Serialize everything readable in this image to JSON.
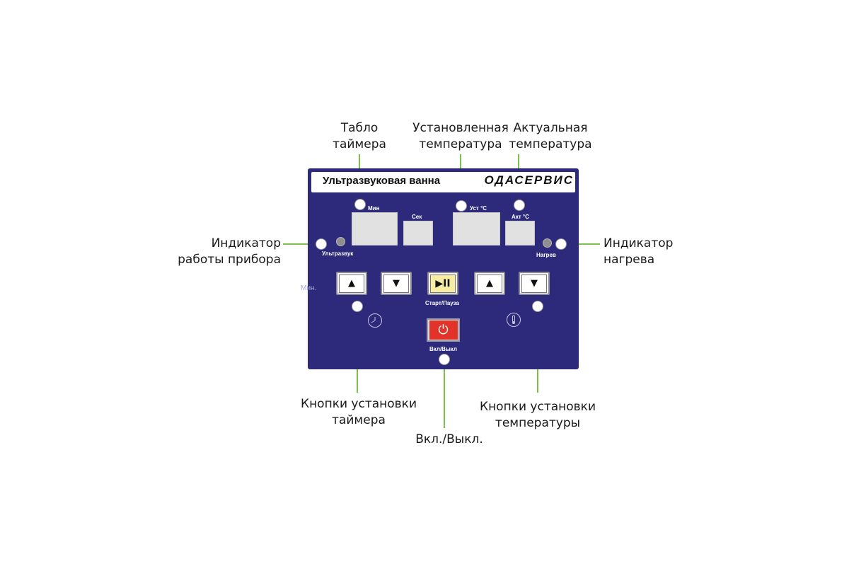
{
  "panel": {
    "title": "Ультразвуковая ванна",
    "brand": "ОДАСЕРВИС",
    "labels": {
      "min": "Мин",
      "sec": "Сек",
      "set_temp": "Уст °С",
      "act_temp": "Акт °С",
      "ultrasound": "Ультразвук",
      "heating": "Нагрев",
      "start_pause": "Старт/Пауза",
      "power": "Вкл/Выкл",
      "ghost_min": "Мин."
    },
    "button_glyphs": {
      "up": "▲",
      "down": "▼",
      "play_pause": "▶II",
      "power": "⏻"
    }
  },
  "callouts": {
    "timer_display": [
      "Табло",
      "таймера"
    ],
    "set_temperature": [
      "Установленная",
      "температура"
    ],
    "actual_temperature": [
      "Актуальная",
      "температура"
    ],
    "device_indicator": [
      "Индикатор",
      "работы прибора"
    ],
    "heating_indicator": [
      "Индикатор",
      "нагрева"
    ],
    "timer_buttons": [
      "Кнопки установки",
      "таймера"
    ],
    "temp_buttons": [
      "Кнопки установки",
      "температуры"
    ],
    "power_button": [
      "Вкл./Выкл."
    ]
  },
  "colors": {
    "panel": "#2d2a7c",
    "leader_lines": "#7cc04b",
    "play_button": "#f6eca2",
    "power_button": "#e2332a"
  }
}
